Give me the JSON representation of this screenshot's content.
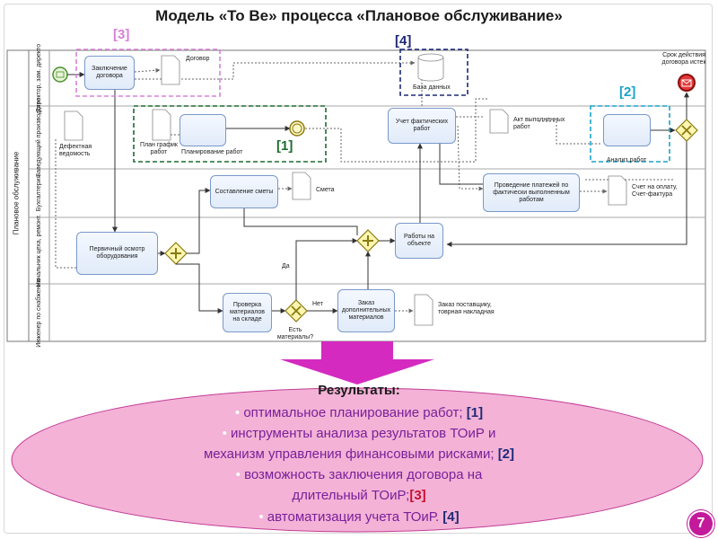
{
  "title": "Модель «To Be» процесса «Плановое обслуживание»",
  "pool_label": "Плановое обслуживание",
  "lanes": [
    {
      "label": "Директор, зам. директо"
    },
    {
      "label": "Заведующий производство"
    },
    {
      "label": "Бухгалтерия"
    },
    {
      "label": "Начальник цеха, ремонт."
    },
    {
      "label": "Инженер по снабжению"
    }
  ],
  "tasks": {
    "contract": "Заключение договора",
    "planning": "Планирование работ",
    "actual_works": "Учет фактических работ",
    "analysis": "Анализ работ",
    "estimate": "Составление сметы",
    "payments": "Проведение платежей по фактически выполненным работам",
    "inspection": "Первичный осмотр оборудования",
    "object_works": "Работы на объекте",
    "check_materials": "Проверка материалов на складе",
    "order_materials": "Заказ дополнительных материалов"
  },
  "documents": {
    "contract": "Договор",
    "database": "База данных",
    "defect": "Дефектная ведомость",
    "schedule": "План график работ",
    "act": "Акт выполненных работ",
    "estimate": "Смета",
    "invoice": "Счет на оплату, Счет-фактура",
    "supplier_order": "Заказ поставщику, товрная накладная"
  },
  "events": {
    "contract_expiry": "Срок действия договора истек"
  },
  "gateway_labels": {
    "materials_question": "Есть материалы?",
    "yes": "Да",
    "no": "Нет"
  },
  "tags": {
    "t1": "[1]",
    "t2": "[2]",
    "t3": "[3]",
    "t4": "[4]"
  },
  "results": {
    "heading": "Результаты:",
    "bullet": "•",
    "items": [
      {
        "text": "оптимальное планирование работ;",
        "ref": "[1]"
      },
      {
        "text": "инструменты анализа результатов ТОиР и",
        "ref": ""
      },
      {
        "text": "механизм управления финансовыми рисками;",
        "ref": "[2]"
      },
      {
        "text": "возможность заключения договора на",
        "ref": ""
      },
      {
        "text": "длительный ТОиР;",
        "ref": "[3]"
      },
      {
        "text": "автоматизация учета ТОиР.",
        "ref": "[4]"
      }
    ]
  },
  "page_number": "7",
  "colors": {
    "tag1": "#1e6b2e",
    "tag2": "#1aa3c9",
    "tag3": "#d880d8",
    "tag4": "#1e2a78",
    "ellipse": "#f3b2d6",
    "arrow": "#d42ac0",
    "page_badge": "#c21a9a"
  }
}
